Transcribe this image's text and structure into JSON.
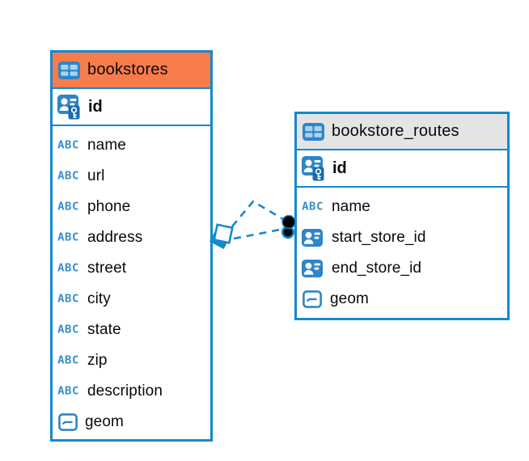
{
  "colors": {
    "accent": "#1489CE",
    "bookstores_header": "#F87C4B",
    "routes_header": "#E4E4E4",
    "icon_blue": "#2E86C6",
    "icon_blue_dark": "#1A6AAE",
    "icon_cell_light": "#A9D2EE",
    "text": "#0A0A0A"
  },
  "icons": {
    "text_type_label": "ABC"
  },
  "diagram": {
    "tables": [
      {
        "name": "bookstores",
        "primary_key": {
          "name": "id"
        },
        "fields": [
          {
            "name": "name",
            "type": "text"
          },
          {
            "name": "url",
            "type": "text"
          },
          {
            "name": "phone",
            "type": "text"
          },
          {
            "name": "address",
            "type": "text"
          },
          {
            "name": "street",
            "type": "text"
          },
          {
            "name": "city",
            "type": "text"
          },
          {
            "name": "state",
            "type": "text"
          },
          {
            "name": "zip",
            "type": "text"
          },
          {
            "name": "description",
            "type": "text"
          },
          {
            "name": "geom",
            "type": "geometry"
          }
        ]
      },
      {
        "name": "bookstore_routes",
        "primary_key": {
          "name": "id"
        },
        "fields": [
          {
            "name": "name",
            "type": "text"
          },
          {
            "name": "start_store_id",
            "type": "reference"
          },
          {
            "name": "end_store_id",
            "type": "reference"
          },
          {
            "name": "geom",
            "type": "geometry"
          }
        ]
      }
    ],
    "relationship": {
      "from_table": "bookstores",
      "to_table": "bookstore_routes",
      "line_style": "dashed",
      "line_count": 2
    }
  }
}
